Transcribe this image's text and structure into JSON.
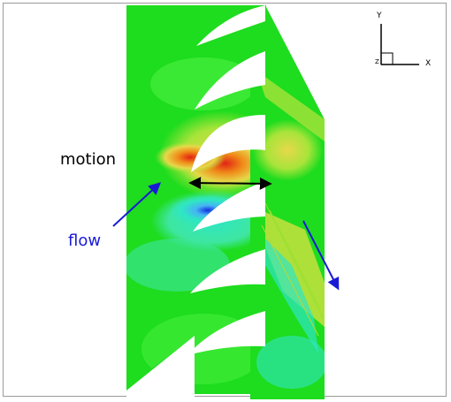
{
  "labels": {
    "motion": "motion",
    "flow": "flow"
  },
  "axes": {
    "x": "X",
    "y": "Y",
    "z": "Z"
  },
  "colors": {
    "background": "#ffffff",
    "frame": "#9a9a9a",
    "field_green": "#1edc1e",
    "field_bright_green": "#46ee3c",
    "field_yellow_green": "#a8e43a",
    "field_yellow": "#e6d84a",
    "field_orange": "#f08a18",
    "field_red": "#e22414",
    "field_cyan": "#2ee6c4",
    "field_light_blue": "#46b4f4",
    "field_blue": "#1030e0",
    "motion_arrow": "#000000",
    "flow_arrow": "#1a1ad6",
    "flow_text": "#1a1ad6",
    "motion_text": "#000000"
  }
}
